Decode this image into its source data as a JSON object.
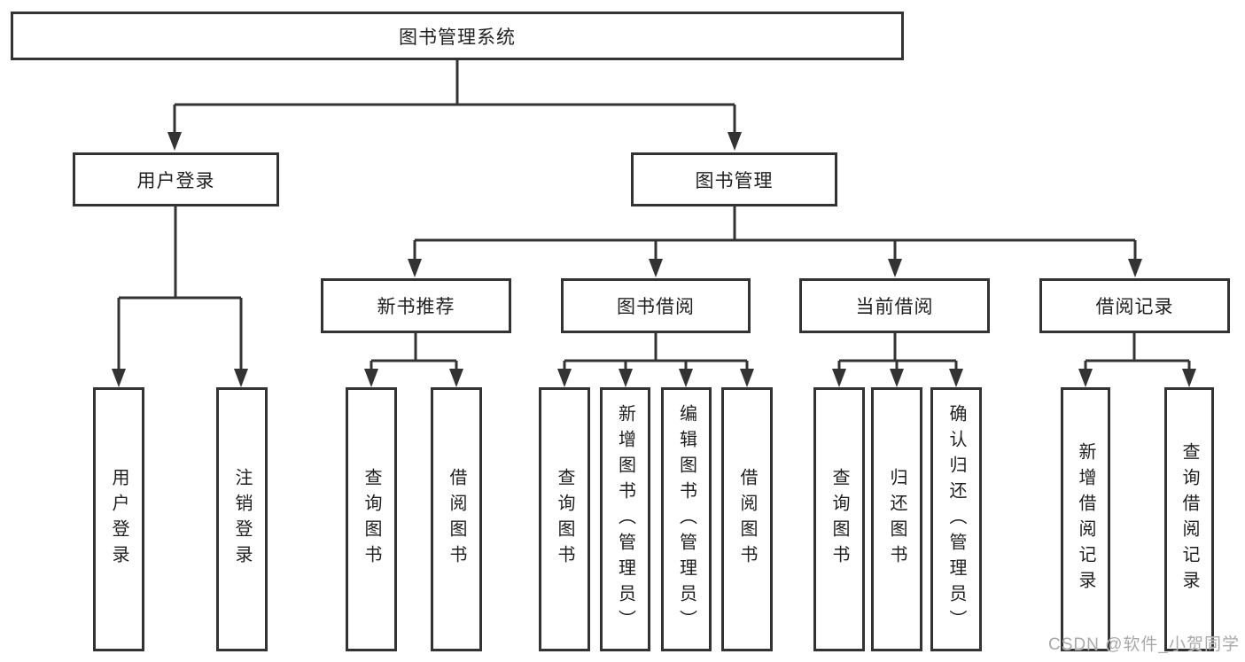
{
  "tree": {
    "root": {
      "label": "图书管理系统"
    },
    "children": [
      {
        "label": "用户登录",
        "children": [
          {
            "label": "用户登录"
          },
          {
            "label": "注销登录"
          }
        ]
      },
      {
        "label": "图书管理",
        "children": [
          {
            "label": "新书推荐",
            "children": [
              {
                "label": "查询图书"
              },
              {
                "label": "借阅图书"
              }
            ]
          },
          {
            "label": "图书借阅",
            "children": [
              {
                "label": "查询图书"
              },
              {
                "label": "新增图书（管理员）"
              },
              {
                "label": "编辑图书（管理员）"
              },
              {
                "label": "借阅图书"
              }
            ]
          },
          {
            "label": "当前借阅",
            "children": [
              {
                "label": "查询图书"
              },
              {
                "label": "归还图书"
              },
              {
                "label": "确认归还（管理员）"
              }
            ]
          },
          {
            "label": "借阅记录",
            "children": [
              {
                "label": "新增借阅记录"
              },
              {
                "label": "查询借阅记录"
              }
            ]
          }
        ]
      }
    ]
  },
  "watermark": {
    "text": "CSDN @软件_小贺同学"
  },
  "colors": {
    "line": "#333333",
    "text": "#1f1f1f",
    "box_fill": "#ffffff",
    "background": "#ffffff",
    "watermark": "#a9a9a9"
  }
}
